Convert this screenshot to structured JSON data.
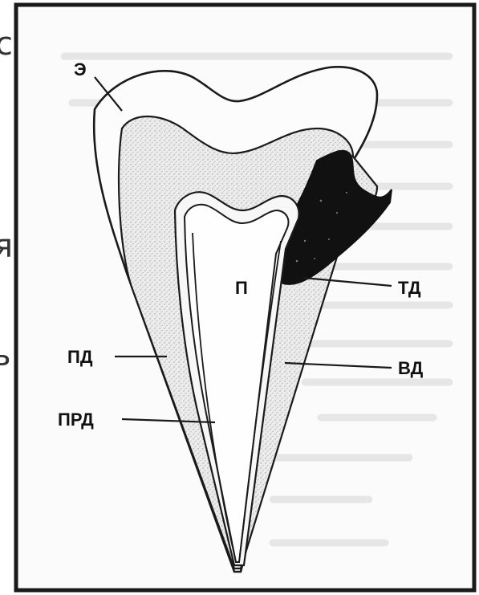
{
  "diagram": {
    "labels": {
      "enamel": "Э",
      "pulp": "П",
      "tertiary_dentin": "ТД",
      "primary_dentin": "ПД",
      "secondary_dentin": "ВД",
      "predentin": "ПРД"
    },
    "edge_glyphs": [
      "с",
      "я",
      "ь"
    ]
  },
  "colors": {
    "frame": "#1a1a1a",
    "line": "#1a1a1a",
    "dentin_fill": "#e6e6e6",
    "caries_fill": "#111111",
    "text_ghost": "#cfcfcf"
  }
}
